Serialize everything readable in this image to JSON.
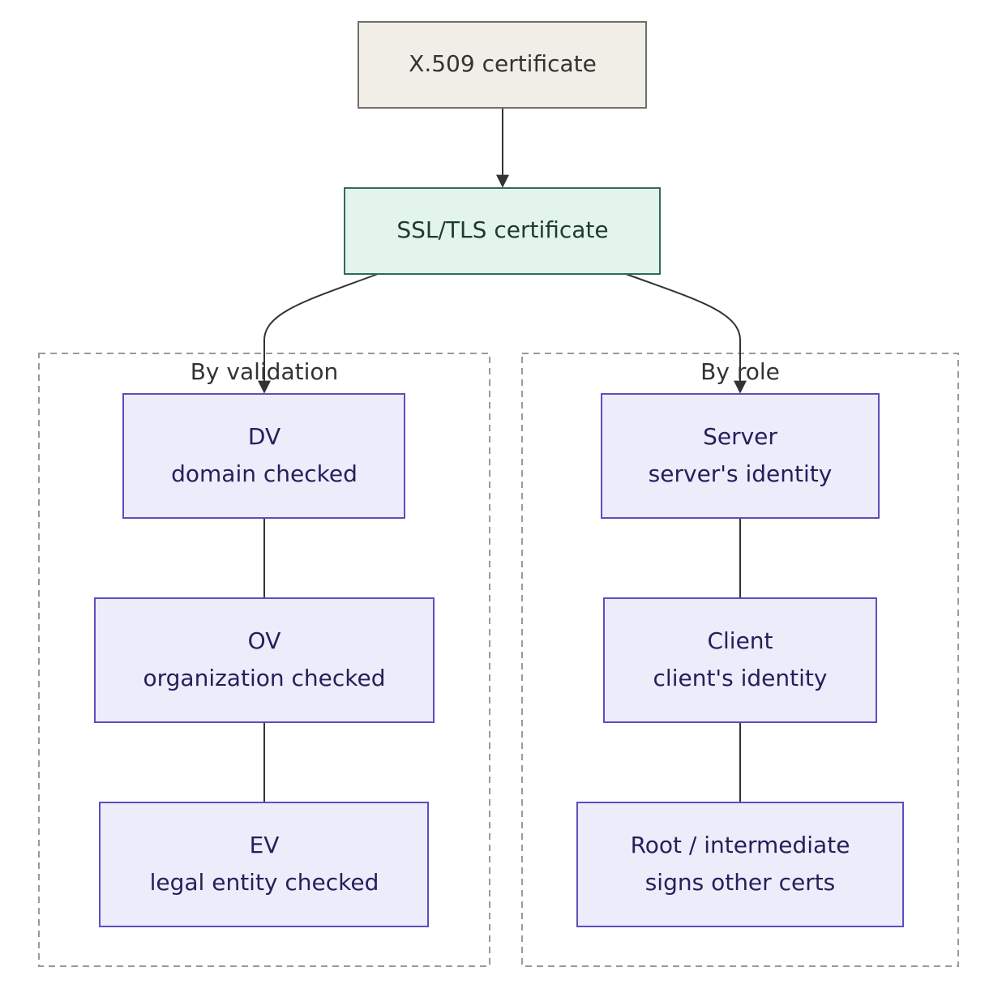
{
  "colors": {
    "root_fill": "#f0eee7",
    "root_stroke": "#6f6f6f",
    "root_text": "#333333",
    "ssl_fill": "#e3f4ec",
    "ssl_stroke": "#2c6e55",
    "ssl_text": "#1d3a2f",
    "leaf_fill": "#ececfb",
    "leaf_stroke": "#5b4fbf",
    "leaf_text": "#25205a",
    "group_stroke": "#9a9a9a",
    "group_title": "#333333",
    "edge": "#333333"
  },
  "nodes": {
    "x509": {
      "line1": "X.509 certificate"
    },
    "ssl": {
      "line1": "SSL/TLS certificate"
    },
    "dv": {
      "line1": "DV",
      "line2": "domain checked"
    },
    "ov": {
      "line1": "OV",
      "line2": "organization checked"
    },
    "ev": {
      "line1": "EV",
      "line2": "legal entity checked"
    },
    "server": {
      "line1": "Server",
      "line2": "server's identity"
    },
    "client": {
      "line1": "Client",
      "line2": "client's identity"
    },
    "root_ca": {
      "line1": "Root / intermediate",
      "line2": "signs other certs"
    }
  },
  "groups": {
    "validation": {
      "title": "By validation"
    },
    "role": {
      "title": "By role"
    }
  },
  "edges": [
    {
      "from": "X.509 certificate",
      "to": "SSL/TLS certificate",
      "arrow": true
    },
    {
      "from": "SSL/TLS certificate",
      "to": "DV",
      "arrow": true
    },
    {
      "from": "SSL/TLS certificate",
      "to": "Server",
      "arrow": true
    },
    {
      "from": "DV",
      "to": "OV",
      "arrow": false
    },
    {
      "from": "OV",
      "to": "EV",
      "arrow": false
    },
    {
      "from": "Server",
      "to": "Client",
      "arrow": false
    },
    {
      "from": "Client",
      "to": "Root / intermediate",
      "arrow": false
    }
  ]
}
